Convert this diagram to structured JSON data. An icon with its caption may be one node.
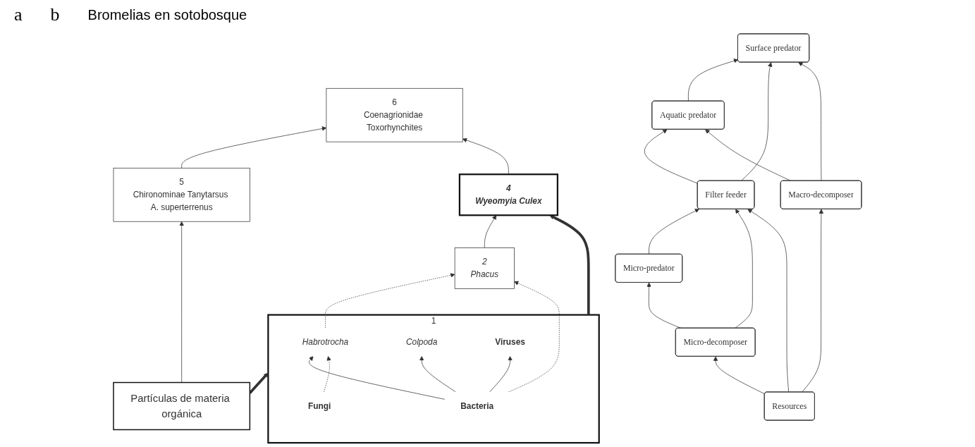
{
  "diagram": {
    "nodes": [
      {
        "text": [
          "Surface predator"
        ]
      },
      {
        "text": [
          "Aquatic predator"
        ]
      },
      {
        "text": [
          "Micro-predator"
        ]
      },
      {
        "text": [
          "Filter feeder"
        ]
      },
      {
        "text": [
          "Micro-decomposer"
        ]
      },
      {
        "text": [
          "Macro-decomposer"
        ]
      },
      {
        "text": [
          "Resources"
        ]
      },
      {
        "text": [
          "6",
          "Coenagrionidae Toxorhynchites"
        ]
      },
      {
        "text": [
          "5",
          "Chironominae Tanytarsus A. superterrenus"
        ]
      },
      {
        "text": [
          "4",
          "Wyeomyia Culex"
        ]
      },
      {
        "text": [
          "1"
        ]
      },
      {
        "text": [
          "Habrotrocha"
        ],
        "in": 10
      },
      {
        "text": [
          "Colpoda"
        ],
        "in": 10
      },
      {
        "text": [
          "Fungi"
        ],
        "in": 10
      },
      {
        "text": [
          "Bacteria"
        ],
        "in": 10
      },
      {
        "text": [
          "Viruses"
        ],
        "in": 10
      },
      {
        "text": [
          "2",
          "Phacus"
        ]
      },
      {
        "text": [
          "Partículas de materia orgánica"
        ]
      }
    ],
    "edges": [
      {
        "from": 1,
        "to": 0,
        "arrow": "to"
      },
      {
        "from": 3,
        "to": 0,
        "arrow": "to"
      },
      {
        "from": 5,
        "to": 0,
        "arrow": "to"
      },
      {
        "from": 3,
        "to": 1,
        "arrow": "to"
      },
      {
        "from": 5,
        "to": 1,
        "arrow": "to"
      },
      {
        "from": 2,
        "to": 3,
        "arrow": "to"
      },
      {
        "from": 4,
        "to": 3,
        "arrow": "to"
      },
      {
        "from": 6,
        "to": 3,
        "arrow": "to"
      },
      {
        "from": 4,
        "to": 2,
        "arrow": "to"
      },
      {
        "from": 6,
        "to": 4,
        "arrow": "to"
      },
      {
        "from": 6,
        "to": 5,
        "arrow": "to"
      },
      {
        "from": 8,
        "to": 7,
        "arrow": "to"
      },
      {
        "from": 9,
        "to": 7,
        "arrow": "to"
      },
      {
        "from": 10,
        "to": 9,
        "arrow": "to",
        "style": "thick"
      },
      {
        "from": 16,
        "to": 9,
        "arrow": "to"
      },
      {
        "from": 17,
        "to": 8,
        "arrow": "to"
      },
      {
        "from": 17,
        "to": 10,
        "arrow": "to",
        "style": "thick"
      },
      {
        "from": 14,
        "to": 12,
        "arrow": "to"
      },
      {
        "from": 14,
        "to": 11,
        "arrow": "to"
      },
      {
        "from": 13,
        "to": 11,
        "arrow": "to",
        "style": "dashed"
      },
      {
        "from": 11,
        "to": 16,
        "arrow": "to",
        "style": "dashed"
      },
      {
        "from": 14,
        "to": 16,
        "arrow": "to",
        "style": "dashed"
      },
      {
        "from": 14,
        "to": 15,
        "arrow": "to"
      }
    ],
    "labels": [
      "a",
      "b",
      "Bromelias en sotobosque"
    ]
  }
}
